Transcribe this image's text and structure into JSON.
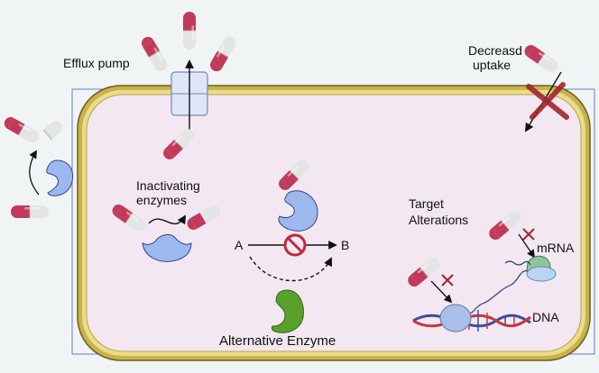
{
  "labels": {
    "efflux_pump": "Efflux pump",
    "decreased_uptake_line1": "Decreasd",
    "decreased_uptake_line2": "uptake",
    "inactivating_line1": "Inactivating",
    "inactivating_line2": "enzymes",
    "target_line1": "Target",
    "target_line2": "Alterations",
    "mrna": "mRNA",
    "dna": "DNA",
    "alternative_enzyme": "Alternative Enzyme",
    "pathway_start": "A",
    "pathway_end": "B"
  },
  "colors": {
    "background": "#f1f4f4",
    "cell_wall": "#c9b24a",
    "cytoplasm": "#f3e8f1",
    "enzyme": "#9db8ef",
    "alternative_enzyme": "#5aa02c",
    "capsule_red": "#c23a5a",
    "capsule_white": "#e6e6e6",
    "block": "#c0283a",
    "ribosome": "#a8c9ef",
    "dna_red": "#c23a3a",
    "dna_blue": "#3a4fa0"
  },
  "icons": [
    "capsule-icon",
    "enzyme-icon",
    "efflux-pump-icon",
    "prohibited-icon",
    "ribosome-icon",
    "dna-icon",
    "block-x-icon"
  ]
}
